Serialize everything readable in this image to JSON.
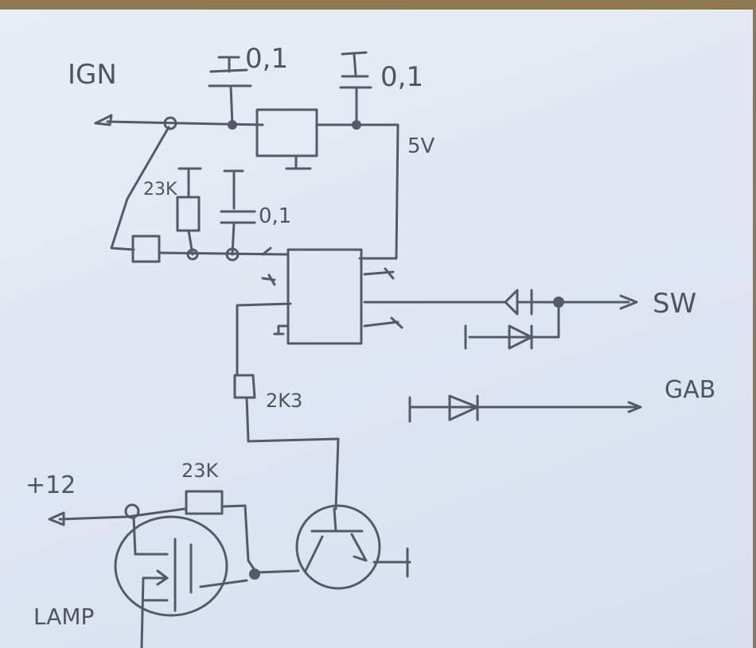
{
  "labels": {
    "ign": "IGN",
    "cap1": "0,1",
    "cap2": "0,1",
    "v5": "5V",
    "r1": "23K",
    "cap3": "0,1",
    "r2": "2K3",
    "v12": "+12",
    "r3": "23K",
    "lamp": "LAMP",
    "sw": "SW",
    "gab": "GAB"
  },
  "colors": {
    "pencil": "#555b66",
    "paper": "#e4e9f3",
    "table": "#8d7a55"
  }
}
